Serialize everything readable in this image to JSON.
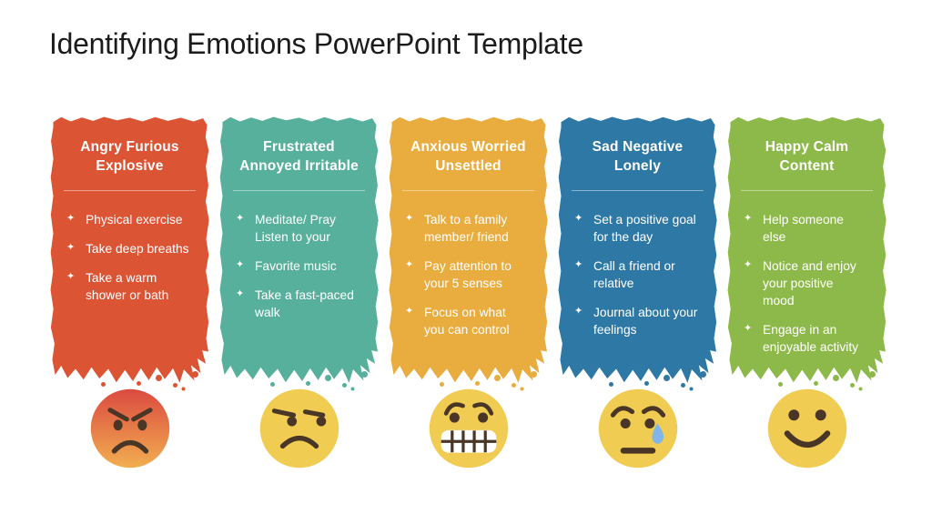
{
  "slide": {
    "title": "Identifying Emotions PowerPoint Template"
  },
  "bullet_glyph": "✦",
  "palette": {
    "background": "#ffffff",
    "title_text": "#1b1b1b",
    "card_text": "#ffffff",
    "emoji_yellow": "#f0cc52",
    "emoji_features": "#4a3626",
    "tear_blue": "#82b6e8",
    "angry_gradient_top": "#db4a40",
    "angry_gradient_bottom": "#f2ae50"
  },
  "cards": [
    {
      "title": "Angry Furious\nExplosive",
      "color": "#db5434",
      "emoji": "angry-face",
      "bullets": [
        "Physical exercise",
        "Take deep breaths",
        "Take a warm\nshower or bath"
      ]
    },
    {
      "title": "Frustrated\nAnnoyed Irritable",
      "color": "#57b09b",
      "emoji": "unamused-face",
      "bullets": [
        "Meditate/ Pray\nListen to your",
        "Favorite music",
        "Take a fast-paced\nwalk"
      ]
    },
    {
      "title": "Anxious Worried\nUnsettled",
      "color": "#e9ac3e",
      "emoji": "grimacing-face",
      "bullets": [
        "Talk to a family\nmember/ friend",
        "Pay attention to\nyour 5 senses",
        "Focus on what\nyou can control"
      ]
    },
    {
      "title": "Sad Negative\nLonely",
      "color": "#2e78a6",
      "emoji": "sad-tear-face",
      "bullets": [
        "Set a positive goal\nfor the day",
        "Call a friend or\nrelative",
        "Journal about your\nfeelings"
      ]
    },
    {
      "title": "Happy Calm\nContent",
      "color": "#8db94a",
      "emoji": "happy-face",
      "bullets": [
        "Help someone\nelse",
        "Notice and enjoy\nyour positive\nmood",
        "Engage in an\nenjoyable activity"
      ]
    }
  ]
}
